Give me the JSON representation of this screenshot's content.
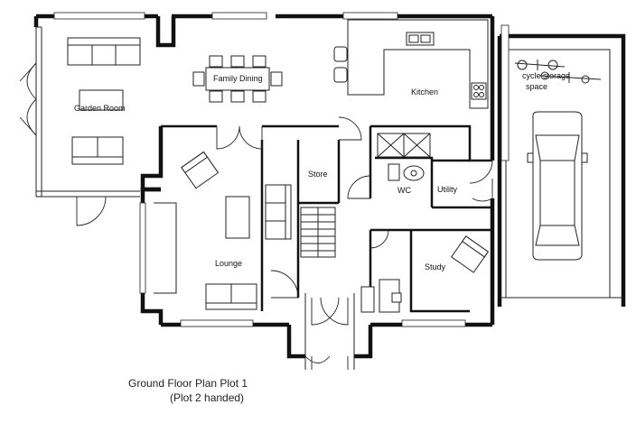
{
  "rooms": {
    "garden_room": "Garden Room",
    "family_dining": "Family Dining",
    "kitchen": "Kitchen",
    "cycle_storage_line1": "cycle storage",
    "cycle_storage_line2": "space",
    "store": "Store",
    "wc": "WC",
    "utility": "Utility",
    "lounge": "Lounge",
    "study": "Study"
  },
  "caption": {
    "line1": "Ground Floor Plan Plot 1",
    "line2": "(Plot 2 handed)"
  },
  "colors": {
    "wall": "#111111",
    "background": "#ffffff"
  }
}
